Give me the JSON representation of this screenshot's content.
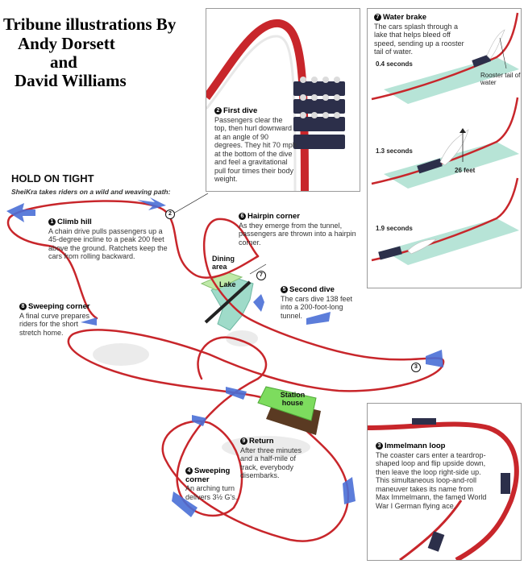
{
  "credits": {
    "line1": "Tribune illustrations By",
    "line2": "Andy Dorsett",
    "line3": "and",
    "line4": "David Williams"
  },
  "headline": {
    "title": "HOLD ON TIGHT",
    "subtitle": "SheiKra takes riders on a wild and weaving path:"
  },
  "steps": [
    {
      "num": "1",
      "title": "Climb hill",
      "text": "A chain drive pulls passengers up a 45-degree incline to a peak 200 feet above the ground. Ratchets keep the cars from rolling backward."
    },
    {
      "num": "2",
      "title": "First dive",
      "text": "Passengers clear the top, then hurl downward at an angle of 90 degrees. They hit 70 mph at the bottom of the dive and feel a gravitational pull four times their body weight."
    },
    {
      "num": "3",
      "title": "Immelmann loop",
      "text": "The coaster cars enter a teardrop-shaped loop and flip upside down, then leave the loop right-side up. This simultaneous loop-and-roll maneuver takes its name from Max Immelmann, the famed World War I German flying ace."
    },
    {
      "num": "4",
      "title": "Sweeping corner",
      "text": "An arching turn delivers 3½ G's."
    },
    {
      "num": "5",
      "title": "Second dive",
      "text": "The cars dive 138 feet into a 200-foot-long tunnel."
    },
    {
      "num": "6",
      "title": "Hairpin corner",
      "text": "As they emerge from the tunnel, passengers are thrown into a hairpin corner."
    },
    {
      "num": "7",
      "title": "Water brake",
      "text": "The cars splash through a lake that helps bleed off speed, sending up a rooster tail of water."
    },
    {
      "num": "8",
      "title": "Sweeping corner",
      "text": "A final curve prepares riders for the short stretch home."
    },
    {
      "num": "9",
      "title": "Return",
      "text": "After three minutes and a half-mile of track, everybody disembarks."
    }
  ],
  "water_brake": {
    "t1": "0.4 seconds",
    "t2": "1.3 seconds",
    "t3": "1.9 seconds",
    "rooster_label": "Rooster tail of water",
    "height_label": "26 feet"
  },
  "map_labels": {
    "dining": "Dining area",
    "lake": "Lake",
    "station": "Station house"
  },
  "colors": {
    "track": "#c8262b",
    "arrow": "#4a6fd6",
    "station": "#7ddc5e",
    "lake": "#9fdbc9"
  }
}
